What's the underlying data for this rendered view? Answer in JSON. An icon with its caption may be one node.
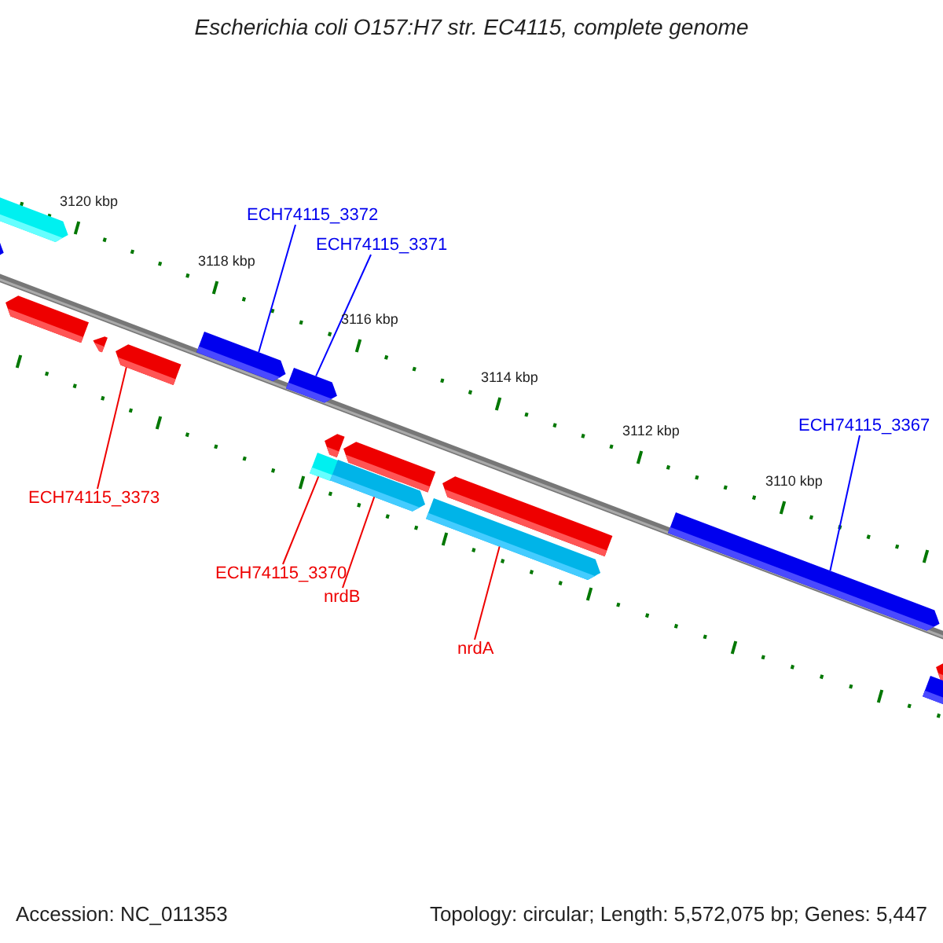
{
  "diagram": {
    "title": "Escherichia coli O157:H7 str. EC4115, complete genome",
    "nodes": [
      {
        "text": [
          "ECH74115_3372"
        ]
      },
      {
        "text": [],
        "shape": "bar"
      },
      {
        "text": [
          "ECH74115_3371"
        ]
      },
      {
        "text": [],
        "shape": "bar"
      },
      {
        "text": [
          "ECH74115_3367"
        ]
      },
      {
        "text": [],
        "shape": "bar"
      },
      {
        "text": [
          "ECH74115_3373"
        ]
      },
      {
        "text": [],
        "shape": "bar"
      },
      {
        "text": [
          "ECH74115_3370"
        ]
      },
      {
        "text": [],
        "shape": "bar"
      },
      {
        "text": [
          "nrdB"
        ]
      },
      {
        "text": [],
        "shape": "bar"
      },
      {
        "text": [
          "nrdA"
        ]
      },
      {
        "text": [],
        "shape": "bar"
      }
    ],
    "edges": [
      {
        "from": 0,
        "to": 1,
        "arrow": "none",
        "color": "#0000ff"
      },
      {
        "from": 2,
        "to": 3,
        "arrow": "none",
        "color": "#0000ff"
      },
      {
        "from": 4,
        "to": 5,
        "arrow": "none",
        "color": "#0000ff"
      },
      {
        "from": 6,
        "to": 7,
        "arrow": "none"
      },
      {
        "from": 8,
        "to": 9,
        "arrow": "none"
      },
      {
        "from": 10,
        "to": 11,
        "arrow": "none"
      },
      {
        "from": 12,
        "to": 13,
        "arrow": "none"
      }
    ],
    "labels": [
      "3120 kbp",
      "3118 kbp",
      "3116 kbp",
      "3114 kbp",
      "3112 kbp",
      "3110 kbp",
      "Accession: NC_011353",
      "Topology: circular; Length: 5,572,075 bp; Genes: 5,447"
    ]
  }
}
